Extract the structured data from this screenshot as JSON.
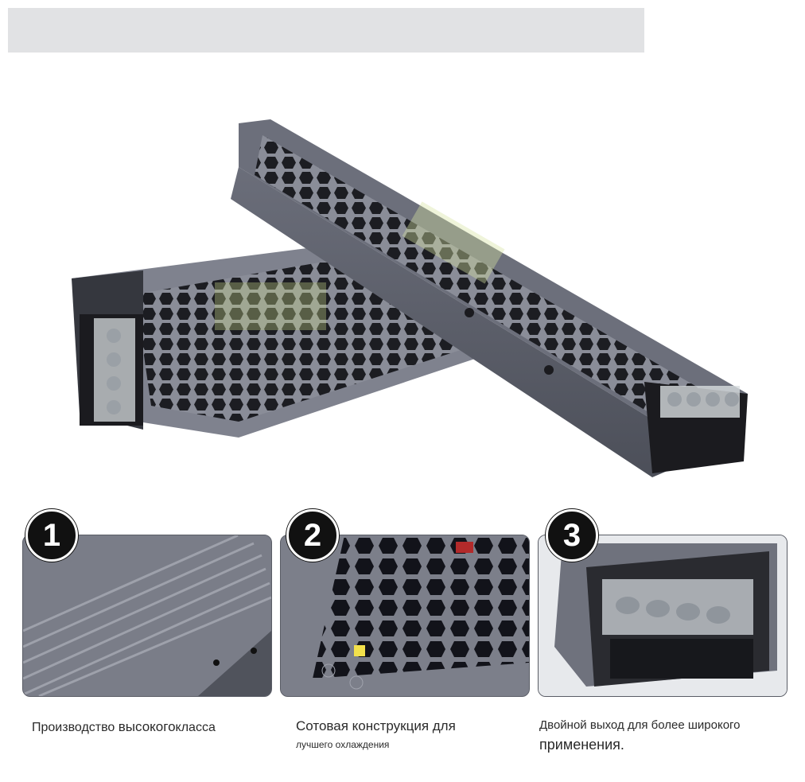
{
  "features": [
    {
      "number": "1",
      "caption_parts": [
        "Производство ",
        "высокого",
        "класса"
      ]
    },
    {
      "number": "2",
      "caption_line1": "Сотовая конструкция для",
      "caption_line2": "лучшего охлаждения"
    },
    {
      "number": "3",
      "caption_line1": "Двойной выход для более широкого",
      "caption_line2": "применения."
    }
  ],
  "colors": {
    "housing": "#7c7f8c",
    "badge": "#111111",
    "banner": "#e1e2e4"
  }
}
